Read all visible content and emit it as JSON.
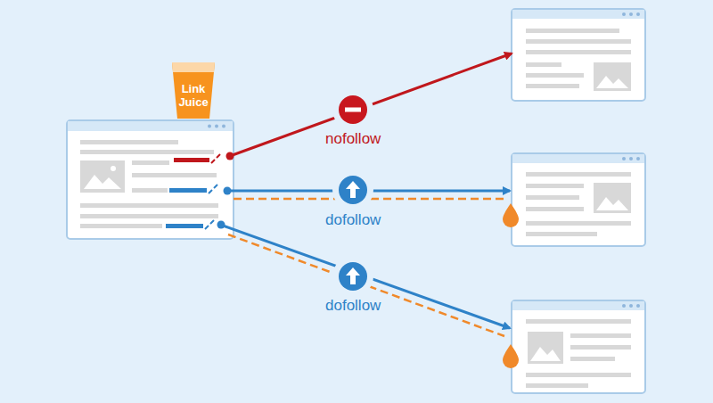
{
  "diagram": {
    "nodes": [
      {
        "text": [
          "Link Juice"
        ]
      }
    ],
    "labels": [
      "nofollow",
      "dofollow",
      "dofollow"
    ]
  }
}
